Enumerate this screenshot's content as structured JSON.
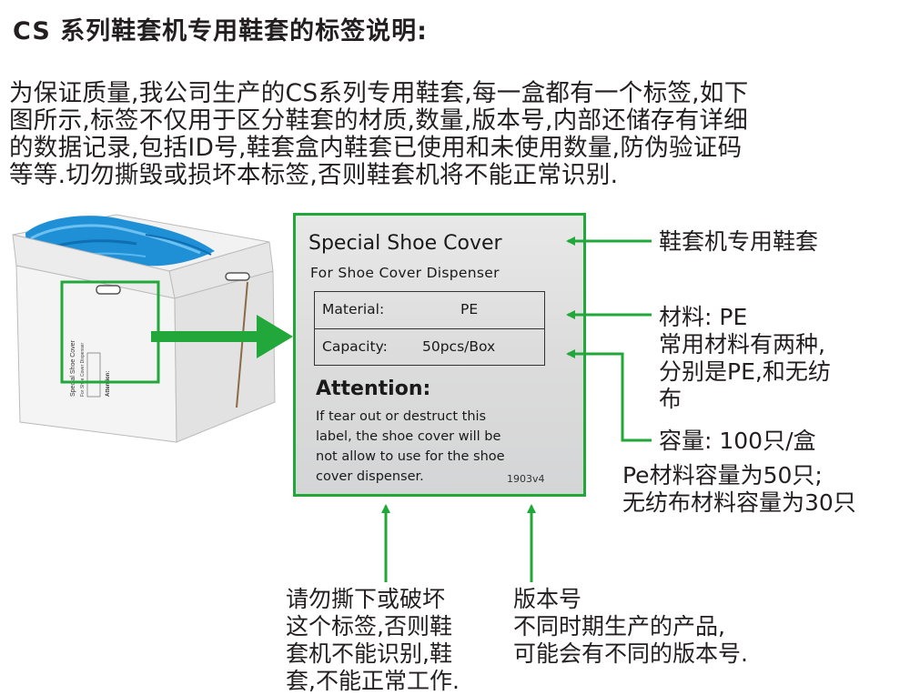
{
  "title": "CS 系列鞋套机专用鞋套的标签说明:",
  "intro": {
    "lines": [
      "为保证质量,我公司生产的CS系列专用鞋套,每一盒都有一个标签,如下",
      "图所示,标签不仅用于区分鞋套的材质,数量,版本号,内部还储存有详细",
      "的数据记录,包括ID号,鞋套盒内鞋套已使用和未使用数量,防伪验证码",
      "等等.切勿撕毁或损坏本标签,否则鞋套机将不能正常识别."
    ]
  },
  "box_mini_label": {
    "title": "Special Shoe Cover",
    "sub": "For Shoe Cover Dispenser",
    "attention": "Attention:"
  },
  "label": {
    "title": "Special Shoe Cover",
    "subtitle": "For Shoe Cover Dispenser",
    "material_key": "Material:",
    "material_value": "PE",
    "capacity_key": "Capacity:",
    "capacity_value": "50pcs/Box",
    "attention_title": "Attention:",
    "attention_lines": [
      "If tear out or destruct this",
      "label, the shoe cover will be",
      "not allow to use for the  shoe",
      "cover dispenser."
    ],
    "version": "1903v4"
  },
  "callouts": {
    "product": "鞋套机专用鞋套",
    "material_lines": [
      "材料: PE",
      "常用材料有两种,",
      "分别是PE,和无纺",
      "布"
    ],
    "capacity": "容量: 100只/盒",
    "capacity_note_lines": [
      "Pe材料容量为50只;",
      "无纺布材料容量为30只"
    ],
    "warning_lines": [
      "请勿撕下或破坏",
      "这个标签,否则鞋",
      "套机不能识别,鞋",
      "套,不能正常工作."
    ],
    "version_lines": [
      "版本号",
      "不同时期生产的产品,",
      "可能会有不同的版本号."
    ]
  },
  "colors": {
    "accent_green": "#22a83a",
    "shoe_cover_blue": "#1f8fd6",
    "label_gray": "#d9dadb",
    "text": "#231f20"
  }
}
